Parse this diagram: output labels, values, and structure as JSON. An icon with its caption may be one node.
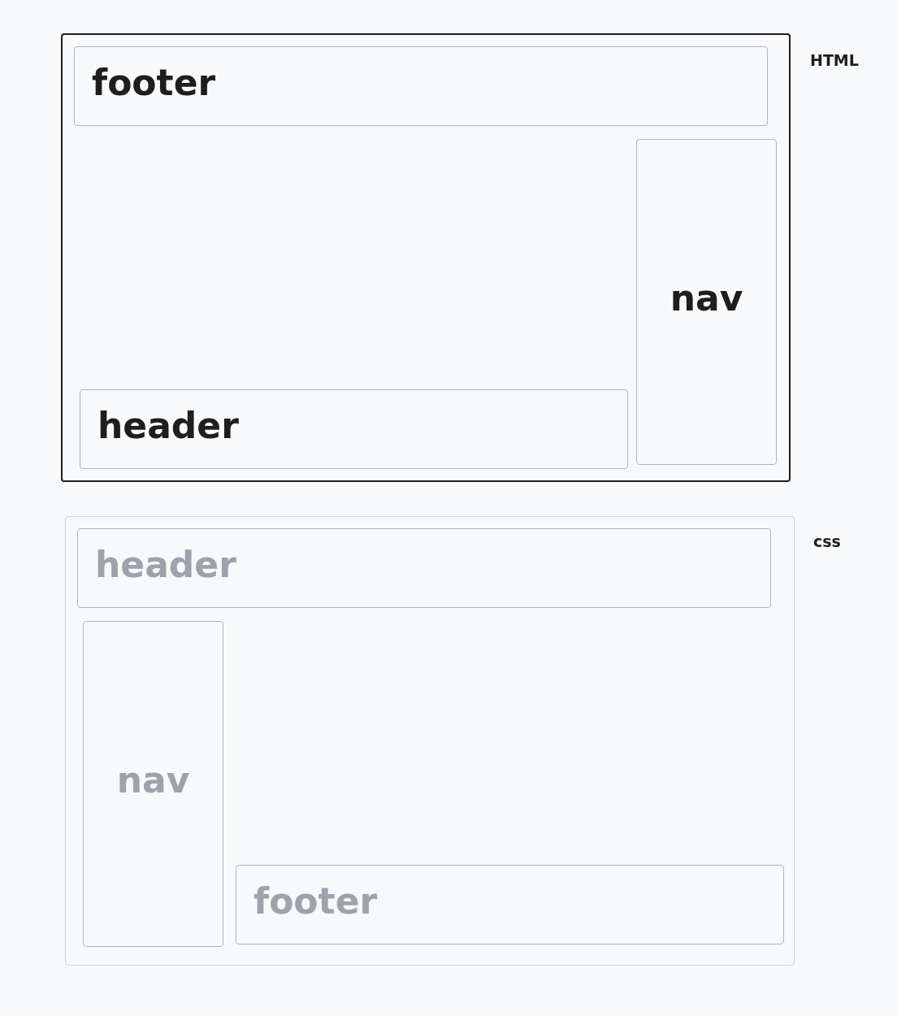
{
  "diagram": {
    "nodes": [
      {
        "text": [
          "HTML"
        ]
      },
      {
        "text": [
          "footer"
        ],
        "in": 0
      },
      {
        "text": [
          "nav"
        ],
        "in": 0
      },
      {
        "text": [
          "header"
        ],
        "in": 0
      },
      {
        "text": [
          "css"
        ]
      },
      {
        "text": [
          "header"
        ],
        "in": 4
      },
      {
        "text": [
          "nav"
        ],
        "in": 4
      },
      {
        "text": [
          "footer"
        ],
        "in": 4
      }
    ]
  }
}
